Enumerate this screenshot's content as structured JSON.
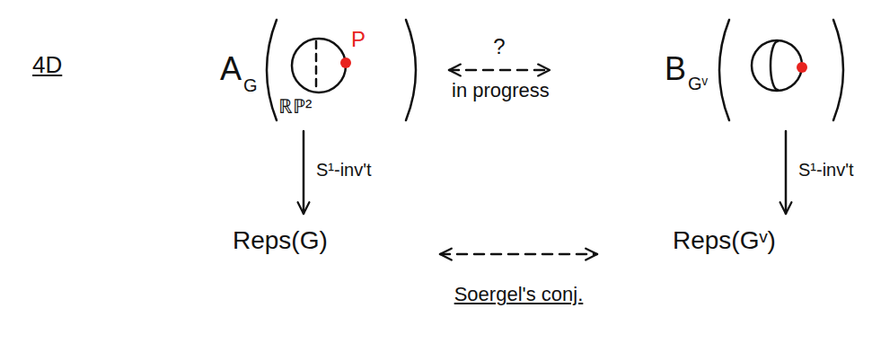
{
  "diagram": {
    "nodes": [
      {
        "text": [
          "A",
          "G"
        ]
      },
      {
        "text": [
          "B",
          "Gᵛ"
        ]
      },
      {
        "text": [
          "Reps(G)"
        ]
      },
      {
        "text": [
          "Reps(Gᵛ)"
        ]
      }
    ],
    "edges": [
      {
        "from": 0,
        "to": 1,
        "arrow": "both",
        "label": "?"
      },
      {
        "from": 0,
        "to": 2,
        "arrow": "to",
        "label": "S¹-inv't"
      },
      {
        "from": 1,
        "to": 3,
        "arrow": "to",
        "label": "S¹-inv't"
      },
      {
        "from": 2,
        "to": 3,
        "arrow": "both",
        "label": "Soergel's conj."
      }
    ],
    "labels": [
      "4D",
      "P",
      "ℝℙ²",
      "in progress"
    ]
  }
}
